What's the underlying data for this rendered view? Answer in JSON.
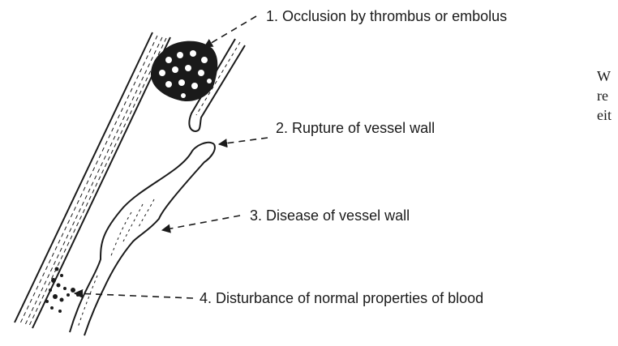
{
  "diagram": {
    "labels": [
      {
        "id": "1",
        "text": "1. Occlusion by thrombus or embolus"
      },
      {
        "id": "2",
        "text": "2. Rupture of vessel wall"
      },
      {
        "id": "3",
        "text": "3. Disease of vessel wall"
      },
      {
        "id": "4",
        "text": "4. Disturbance of normal properties of blood"
      }
    ],
    "cut_off_text_lines": [
      "W",
      "re",
      "eit"
    ]
  },
  "colors": {
    "ink": "#1a1a1a",
    "background": "#ffffff"
  }
}
